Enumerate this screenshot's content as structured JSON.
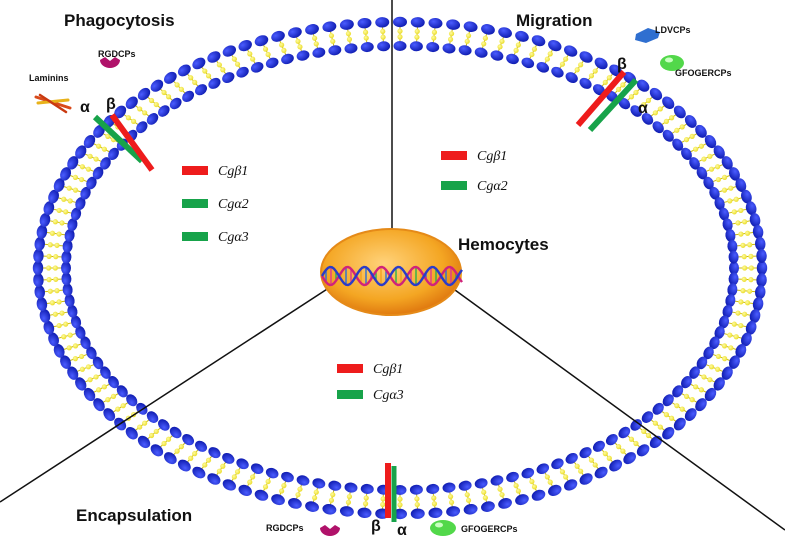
{
  "title": "Hemocytes",
  "colors": {
    "head": "#1b2bd6",
    "head_dark": "#0b1480",
    "tail": "#f2e93a",
    "beta": "#ee1c1c",
    "alpha": "#17a34a",
    "nucleus": "#f4a623",
    "nucleus_edge": "#e07a10",
    "rgd": "#b0126a",
    "gfoger": "#52d84a",
    "ldv": "#2f6fd0",
    "laminin": "#d94a1a"
  },
  "sections": {
    "phagocytosis": {
      "title": "Phagocytosis",
      "ligands": {
        "rgd": "RGDCPs",
        "laminins": "Laminins"
      },
      "receptor_labels": {
        "alpha": "α",
        "beta": "β"
      },
      "legend": [
        {
          "color": "beta",
          "name": "Cgβ1"
        },
        {
          "color": "alpha",
          "name": "Cgα2"
        },
        {
          "color": "alpha",
          "name": "Cgα3"
        }
      ]
    },
    "migration": {
      "title": "Migration",
      "ligands": {
        "ldv": "LDVCPs",
        "gfoger": "GFOGERCPs"
      },
      "receptor_labels": {
        "alpha": "α",
        "beta": "β"
      },
      "legend": [
        {
          "color": "beta",
          "name": "Cgβ1"
        },
        {
          "color": "alpha",
          "name": "Cgα2"
        }
      ]
    },
    "encapsulation": {
      "title": "Encapsulation",
      "ligands": {
        "rgd": "RGDCPs",
        "gfoger": "GFOGERCPs"
      },
      "receptor_labels": {
        "alpha": "α",
        "beta": "β"
      },
      "legend": [
        {
          "color": "beta",
          "name": "Cgβ1"
        },
        {
          "color": "alpha",
          "name": "Cgα3"
        }
      ]
    }
  }
}
